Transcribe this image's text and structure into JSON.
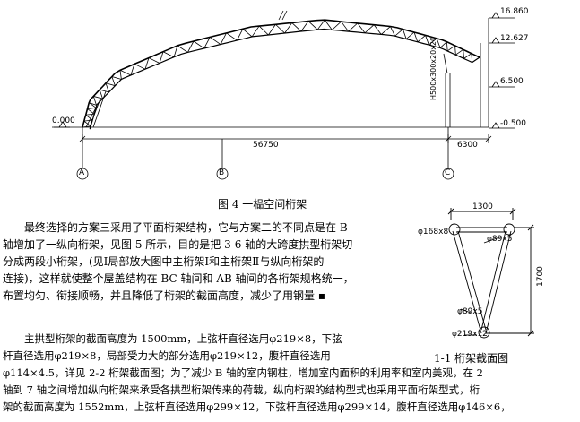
{
  "figure4": {
    "caption": "图 4    一榀空间桁架",
    "elev_top": "16.860",
    "elev_mid": "12.627",
    "elev_6500": "6.500",
    "elev_neg": "-0.500",
    "elev_zero": "0.000",
    "span_main": "56750",
    "span_side": "6300",
    "col_label": "H500x300x20x20",
    "axis_a": "A",
    "axis_b": "B",
    "axis_c": "C"
  },
  "section": {
    "dim_top": "1300",
    "dim_side": "1700",
    "label_top_chord": "φ168x8",
    "label_web1": "φ89x5",
    "label_web2": "φ89x5",
    "label_bottom": "φ219x12",
    "caption": "1-1   桁架截面图"
  },
  "para1": [
    "最终选择的方案三采用了平面桁架结构，它与方案二的不同点是在 B",
    "轴增加了一纵向桁架，见图 5 所示，目的是把 3-6 轴的大跨度拱型桁架切",
    "分成两段小桁架，(见Ⅰ局部放大图中主桁架Ⅰ和主桁架Ⅱ与纵向桁架的",
    "连接)，这样就使整个屋盖结构在 BC 轴间和 AB 轴间的各桁架规格统一，",
    "布置均匀、衔接顺畅，并且降低了桁架的截面高度，减少了用钢量  ▪"
  ],
  "para2": [
    "主拱型桁架的截面高度为 1500mm，上弦杆直径选用φ219×8，下弦",
    "杆直径选用φ219×8，局部受力大的部分选用φ219×12，腹杆直径选用",
    "φ114×4.5，详见 2-2 桁架截面图；为了减少 B 轴的室内钢柱，增加室内面积的利用率和室内美观，在 2",
    "轴到 7 轴之间增加纵向桁架来承受各拱型桁架传来的荷载，纵向桁架的结构型式也采用平面桁架型式，桁",
    "架的截面高度为 1552mm，上弦杆直径选用φ299×12，下弦杆直径选用φ299×14，腹杆直径选用φ146×6，"
  ]
}
